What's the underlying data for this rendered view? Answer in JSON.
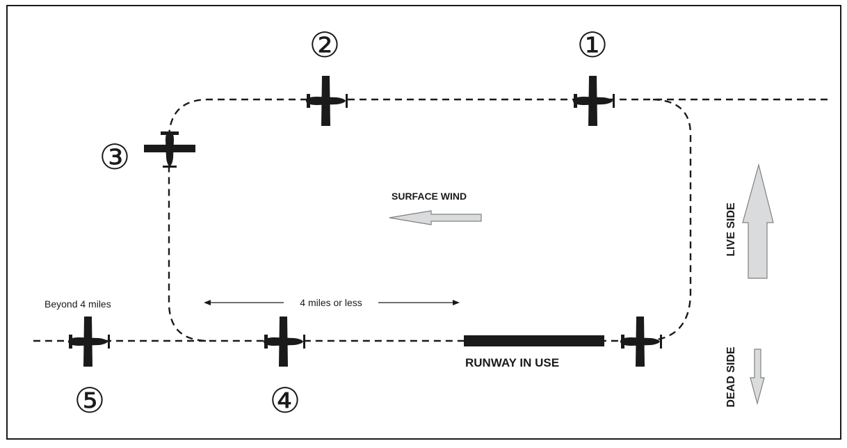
{
  "markers": {
    "m1": "①",
    "m2": "②",
    "m3": "③",
    "m4": "④",
    "m5": "⑤"
  },
  "labels": {
    "surface_wind": "SURFACE WIND",
    "live_side": "LIVE SIDE",
    "dead_side": "DEAD SIDE",
    "runway": "RUNWAY IN USE",
    "beyond": "Beyond 4 miles",
    "distance": "4 miles or less"
  },
  "colors": {
    "line": "#1a1a1a",
    "arrow_fill": "#d9dbdc",
    "arrow_stroke": "#808080",
    "aircraft": "#1a1a1a",
    "runway": "#1a1a1a"
  },
  "icons": {
    "aircraft": "aircraft-silhouette",
    "wind_arrow": "left-arrow",
    "live_arrow": "up-arrow",
    "dead_arrow": "down-arrow"
  }
}
